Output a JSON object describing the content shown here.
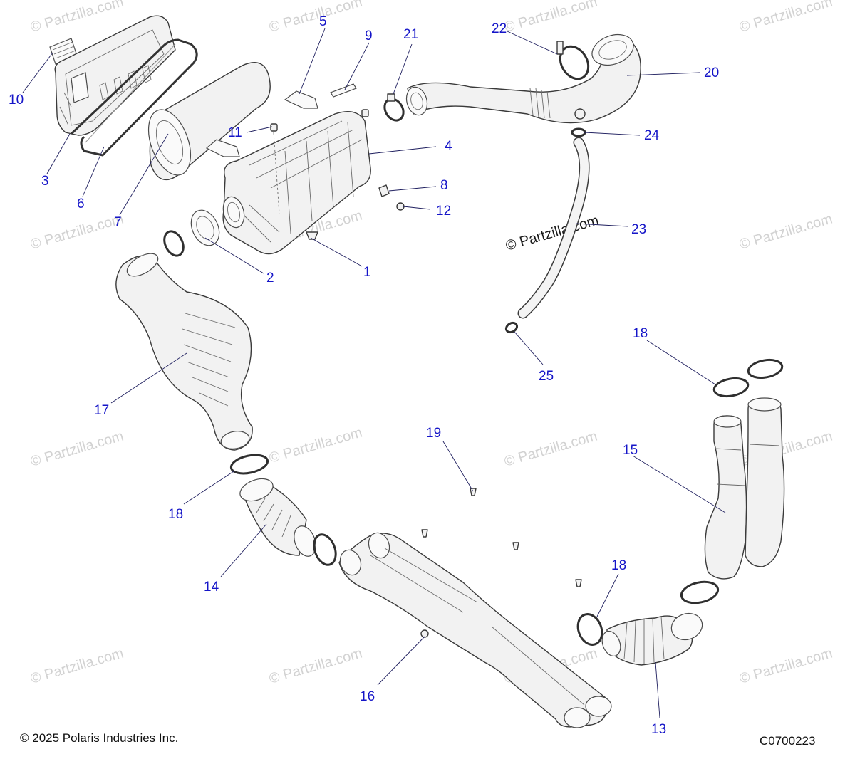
{
  "footer": {
    "copyright": "© 2025 Polaris Industries Inc.",
    "diagram_code": "C0700223"
  },
  "watermark": {
    "text": "© Partzilla.com",
    "center_text": "© Partzilla.com"
  },
  "callouts": [
    "1",
    "2",
    "3",
    "4",
    "5",
    "6",
    "7",
    "8",
    "9",
    "10",
    "11",
    "12",
    "13",
    "14",
    "15",
    "16",
    "17",
    "18",
    "18",
    "18",
    "18",
    "19",
    "20",
    "21",
    "22",
    "23",
    "24",
    "25"
  ],
  "colors": {
    "callout": "#1515c8",
    "line_art": "#3a3a3a",
    "watermark": "#d2d2d2"
  }
}
